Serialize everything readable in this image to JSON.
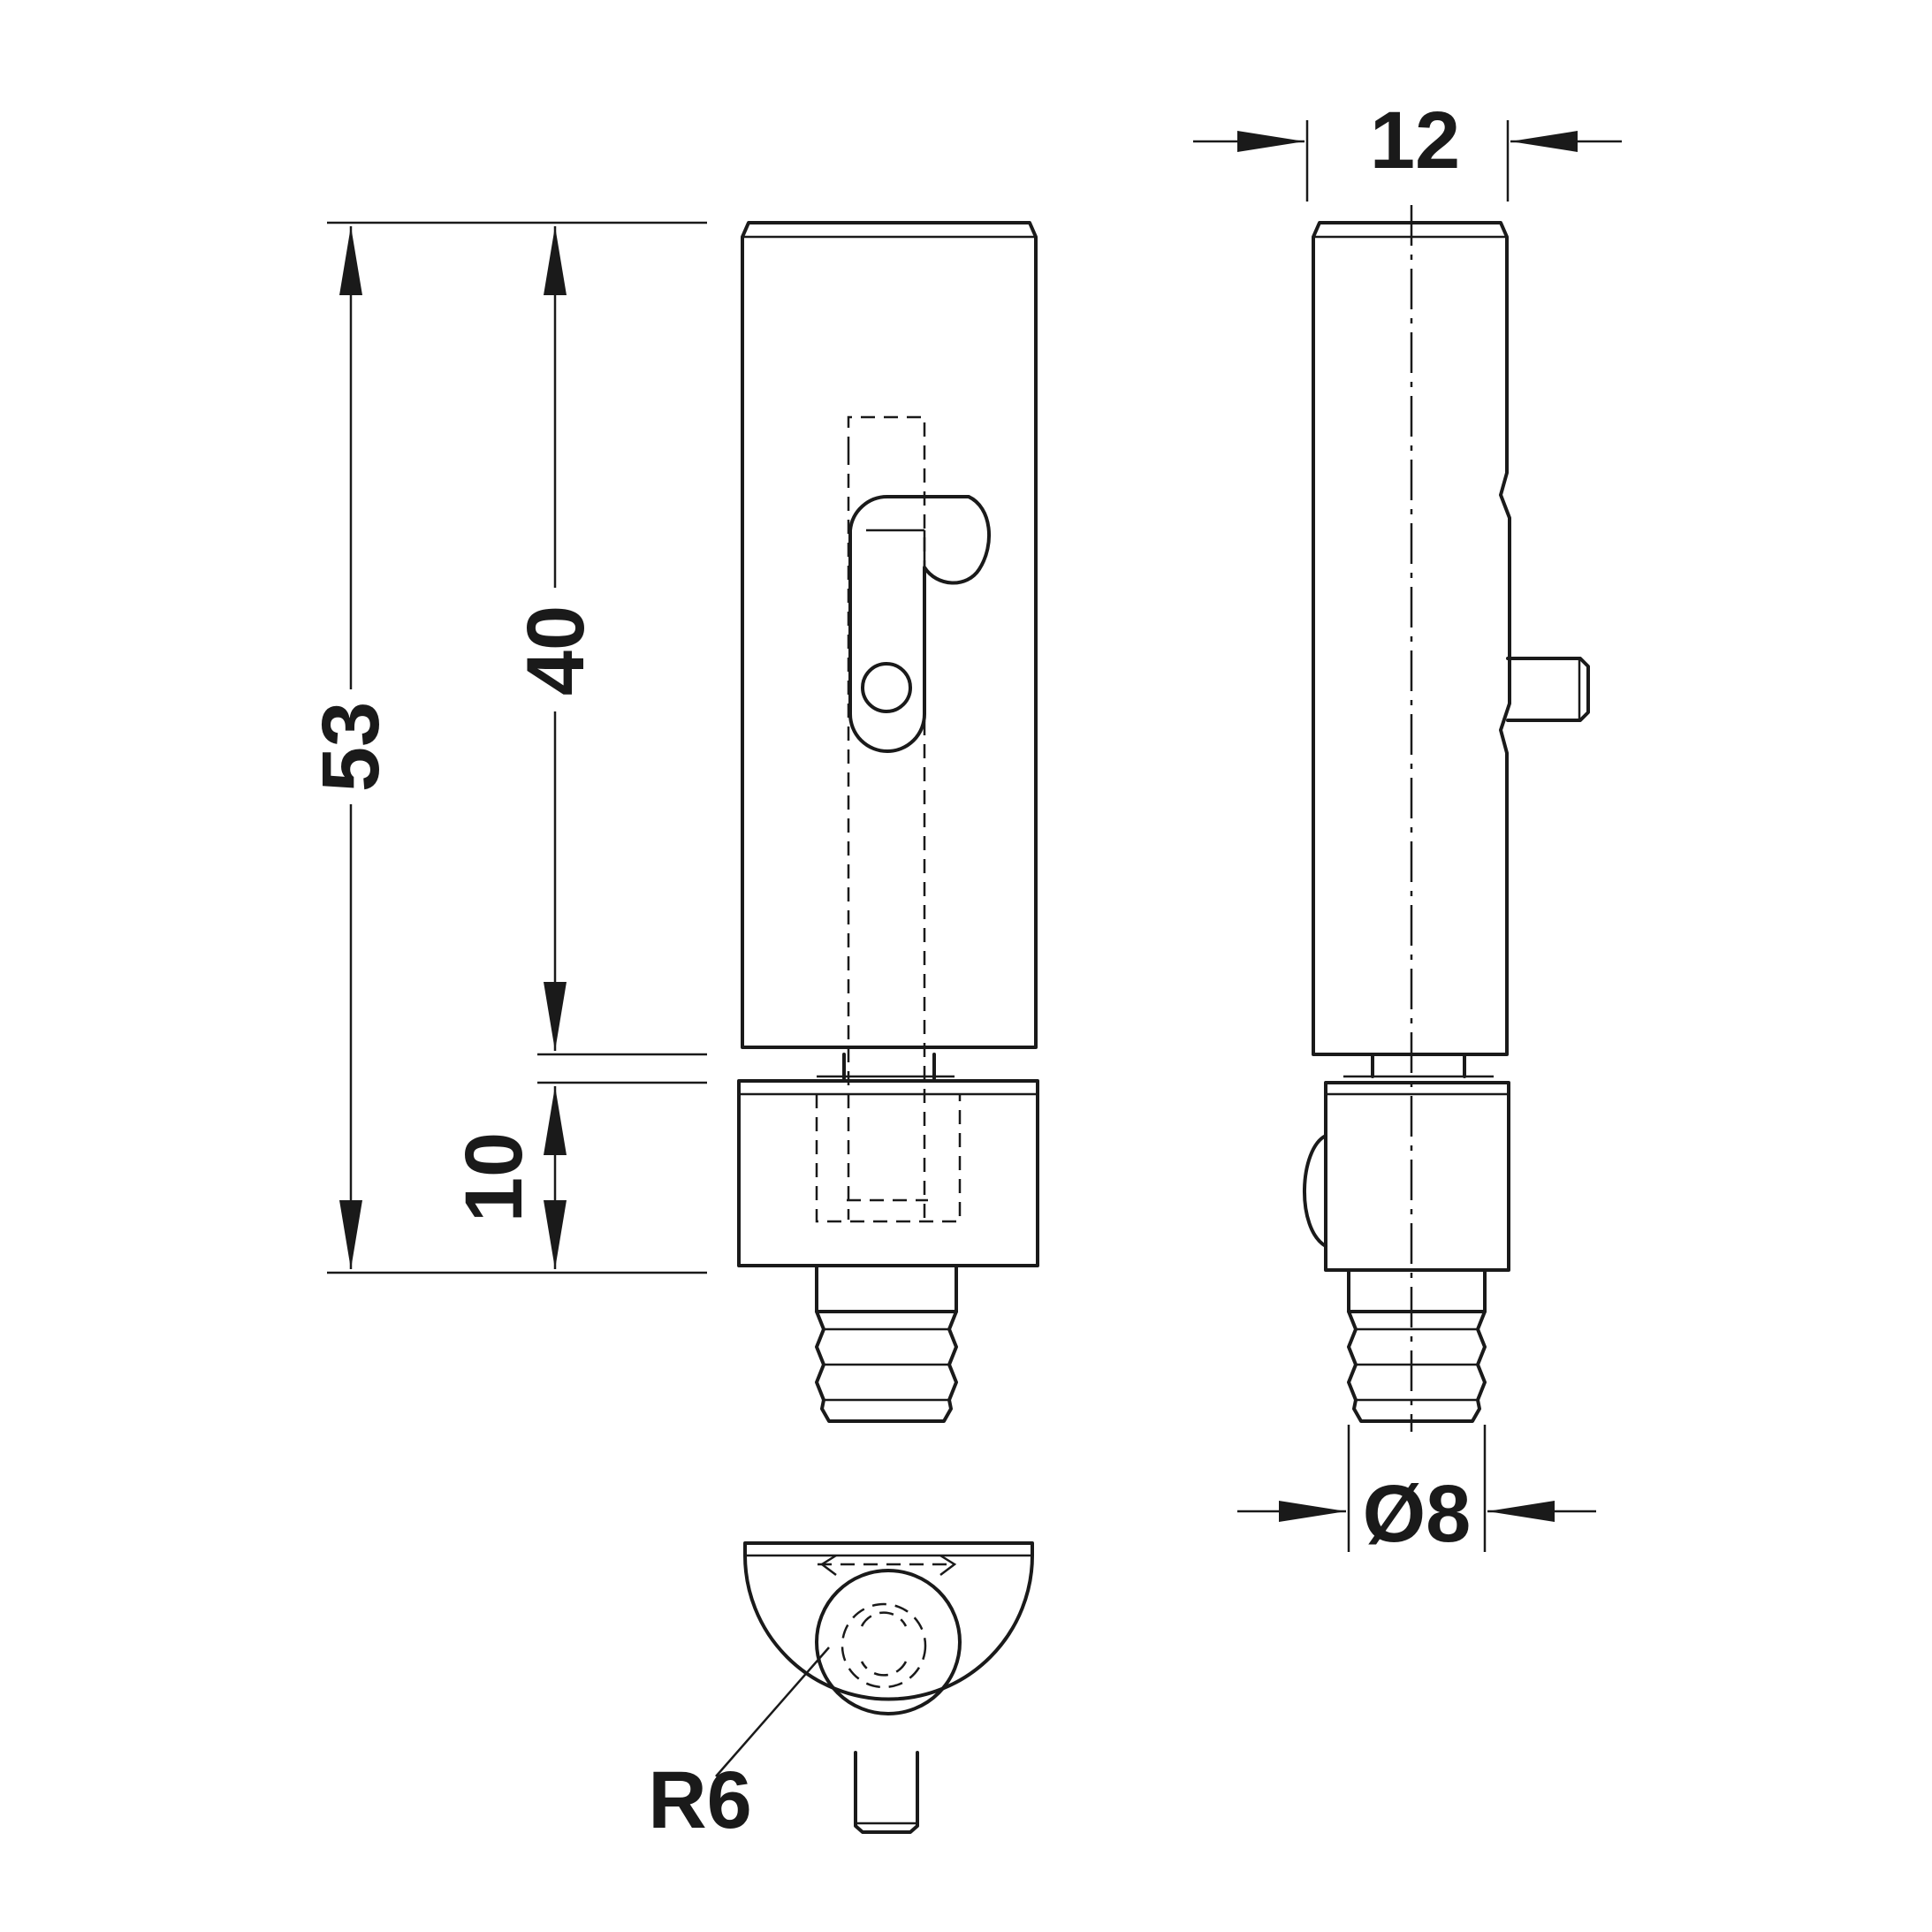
{
  "dimensions": {
    "overall_height": "53",
    "body_height": "40",
    "collar_height": "10",
    "width": "12",
    "thread_diameter": "Ø8",
    "radius": "R6"
  },
  "colors": {
    "line": "#1a1a1a",
    "background": "#ffffff"
  }
}
